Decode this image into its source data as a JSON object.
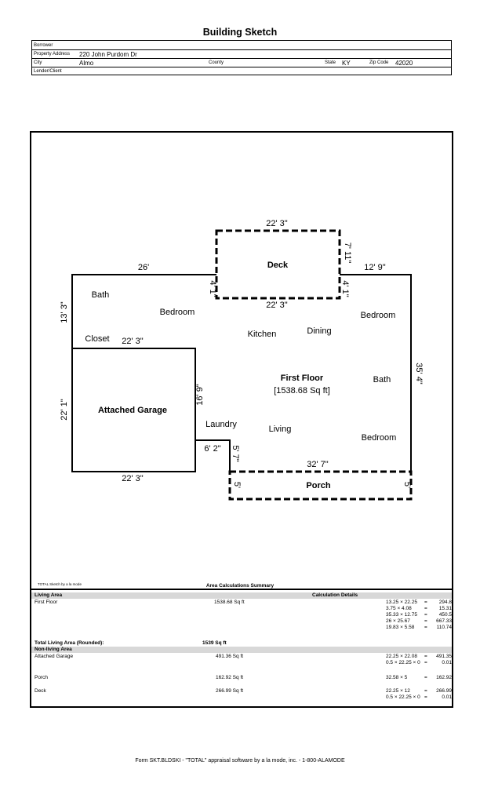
{
  "title": "Building Sketch",
  "header": {
    "borrower_label": "Borrower",
    "borrower_value": "",
    "address_label": "Property Address",
    "address_value": "220 John Purdom Dr",
    "city_label": "City",
    "city_value": "Almo",
    "county_label": "County",
    "county_value": "",
    "state_label": "State",
    "state_value": "KY",
    "zip_label": "Zip Code",
    "zip_value": "42020",
    "lender_label": "Lender/Client",
    "lender_value": ""
  },
  "sketch": {
    "deck_label": "Deck",
    "deck_top_dim": "22' 3\"",
    "deck_bottom_dim": "22' 3\"",
    "deck_right_dim": "7' 11\"",
    "deck_left_small": "4' 1\"",
    "deck_right_small": "4' 1\"",
    "top_left_dim": "26'",
    "top_right_dim": "12' 9\"",
    "left_upper_dim": "13' 3\"",
    "closet_dim": "22' 3\"",
    "right_dim": "35' 4\"",
    "garage_left_dim": "22' 1\"",
    "garage_bottom_dim": "22' 3\"",
    "garage_right_dim": "16' 9\"",
    "notch_dim": "6' 2\"",
    "notch_vert_dim": "5' 7\"",
    "porch_top_dim": "32' 7\"",
    "porch_left_dim": "5'",
    "porch_right_dim": "5'",
    "garage_label": "Attached Garage",
    "porch_label": "Porch",
    "first_floor_label": "First Floor",
    "first_floor_area": "[1538.68 Sq ft]",
    "rooms": {
      "bath1": "Bath",
      "bedroom1": "Bedroom",
      "closet": "Closet",
      "kitchen": "Kitchen",
      "dining": "Dining",
      "bedroom2": "Bedroom",
      "bath2": "Bath",
      "laundry": "Laundry",
      "living": "Living",
      "bedroom3": "Bedroom"
    },
    "credit": "TOTAL Sketch by a la mode",
    "summary_title": "Area Calculations Summary"
  },
  "summary": {
    "living_area_header": "Living Area",
    "calc_details_header": "Calculation Details",
    "first_floor_label": "First Floor",
    "first_floor_area": "1538.68 Sq ft",
    "first_floor_calcs": [
      {
        "expr": "13.25 × 22.25",
        "eq": "=",
        "val": "294.8"
      },
      {
        "expr": "3.75 × 4.08",
        "eq": "=",
        "val": "15.31"
      },
      {
        "expr": "35.33 × 12.75",
        "eq": "=",
        "val": "450.5"
      },
      {
        "expr": "26 × 25.67",
        "eq": "=",
        "val": "667.33"
      },
      {
        "expr": "19.83 × 5.58",
        "eq": "=",
        "val": "110.74"
      }
    ],
    "total_living_label": "Total Living Area (Rounded):",
    "total_living_value": "1539 Sq ft",
    "nonliving_header": "Non-living Area",
    "garage_label": "Attached Garage",
    "garage_area": "491.36 Sq ft",
    "garage_calcs": [
      {
        "expr": "22.25 × 22.08",
        "eq": "=",
        "val": "491.35"
      },
      {
        "expr": "0.5 × 22.25 × 0",
        "eq": "=",
        "val": "0.01"
      }
    ],
    "porch_label": "Porch",
    "porch_area": "162.92 Sq ft",
    "porch_calcs": [
      {
        "expr": "32.58 × 5",
        "eq": "=",
        "val": "162.92"
      }
    ],
    "deck_label": "Deck",
    "deck_area": "266.99 Sq ft",
    "deck_calcs": [
      {
        "expr": "22.25 × 12",
        "eq": "=",
        "val": "266.99"
      },
      {
        "expr": "0.5 × 22.25 × 0",
        "eq": "=",
        "val": "0.01"
      }
    ]
  },
  "footer": "Form SKT.BLDSKI - \"TOTAL\" appraisal software by a la mode, inc. - 1-800-ALAMODE"
}
